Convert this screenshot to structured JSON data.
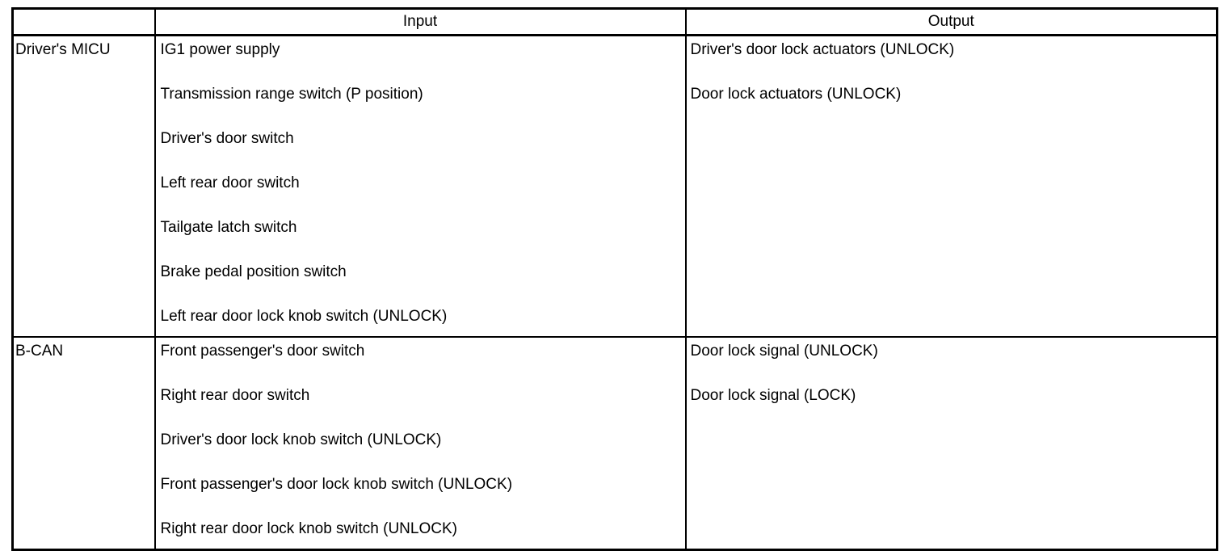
{
  "table": {
    "headers": {
      "system": "",
      "input": "Input",
      "output": "Output"
    },
    "groups": [
      {
        "system": "Driver's MICU",
        "inputs": [
          "IG1 power supply",
          "Transmission range switch (P position)",
          "Driver's door switch",
          "Left rear door switch",
          "Tailgate latch switch",
          "Brake pedal position switch",
          "Left rear door lock knob switch (UNLOCK)"
        ],
        "outputs": [
          "Driver's door lock actuators (UNLOCK)",
          "Door lock actuators (UNLOCK)"
        ]
      },
      {
        "system": "B-CAN",
        "inputs": [
          "Front passenger's door switch",
          "Right rear door switch",
          "Driver's door lock knob switch (UNLOCK)",
          "Front passenger's door lock knob switch (UNLOCK)",
          "Right rear door lock knob switch (UNLOCK)"
        ],
        "outputs": [
          "Door lock signal (UNLOCK)",
          "Door lock signal (LOCK)"
        ]
      }
    ]
  },
  "colors": {
    "border": "#000000",
    "text": "#000000",
    "background": "#ffffff"
  }
}
